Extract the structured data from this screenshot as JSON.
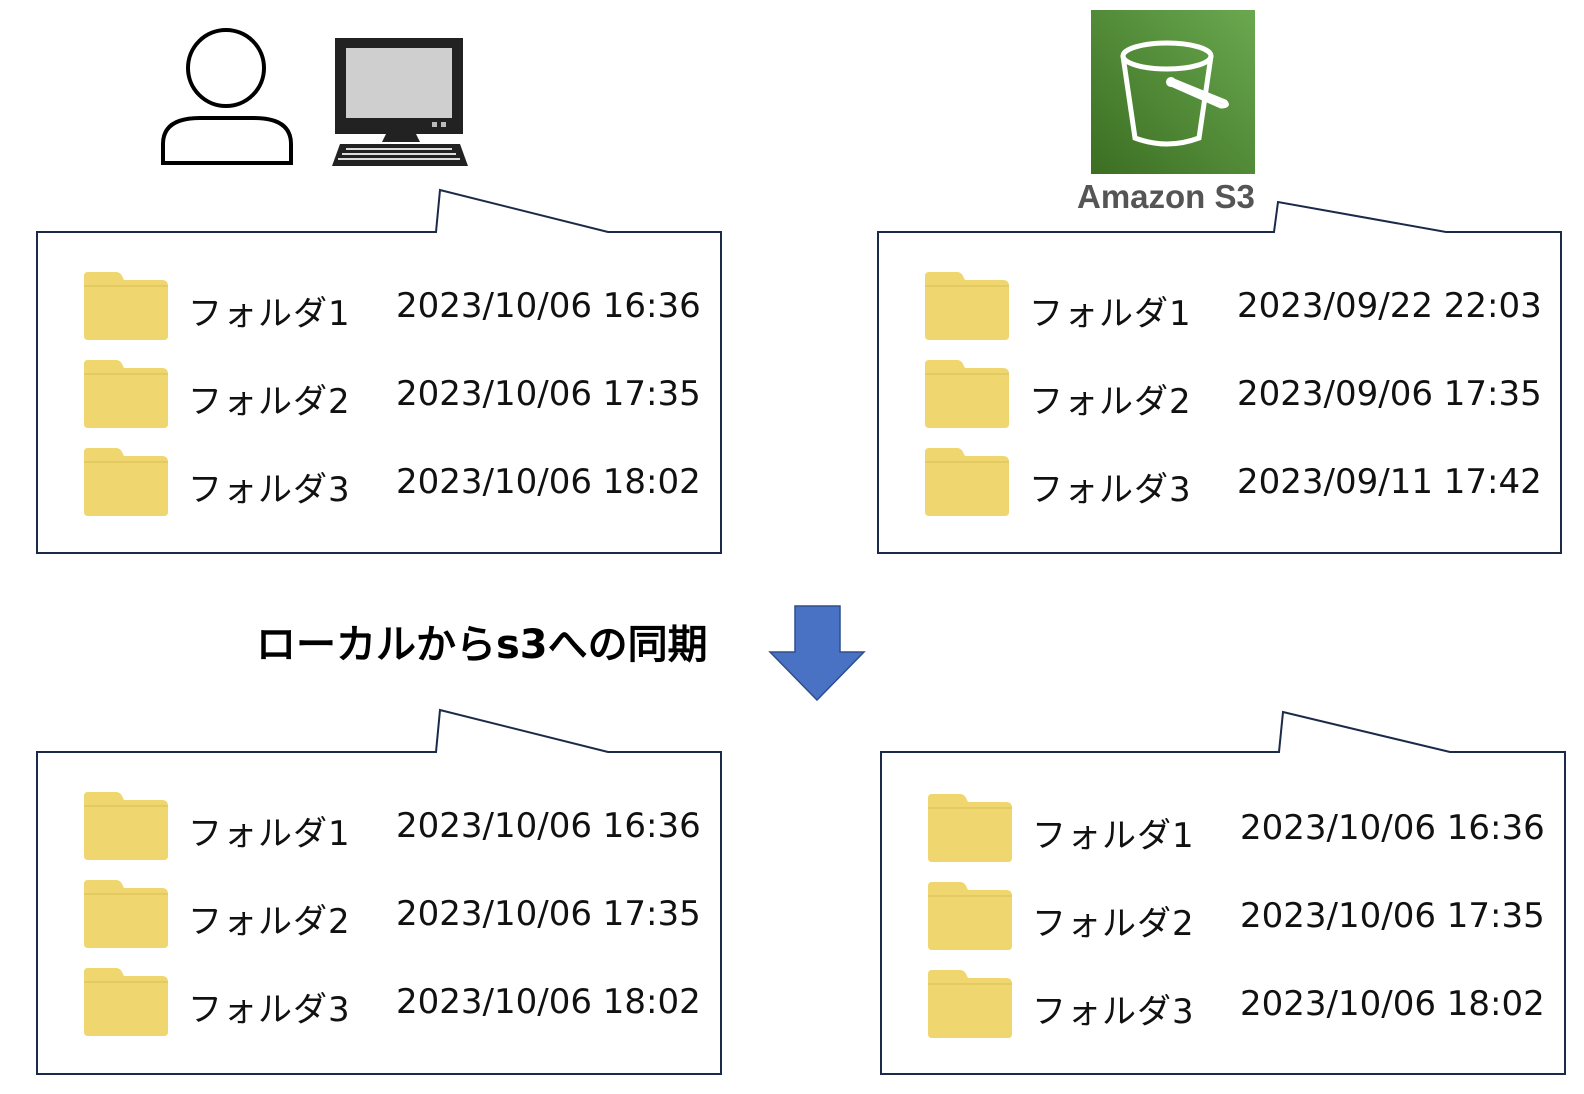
{
  "s3_logo": {
    "label": "Amazon S3",
    "colors": [
      "#3b6e22",
      "#6aa84f"
    ]
  },
  "sync_label": "ローカルからs3への同期",
  "arrow_color": "#4a72c4",
  "folder_color": "#f0d66e",
  "panels": [
    {
      "id": "local-before",
      "rows": [
        {
          "name": "フォルダ1",
          "date": "2023/10/06 16:36"
        },
        {
          "name": "フォルダ2",
          "date": "2023/10/06 17:35"
        },
        {
          "name": "フォルダ3",
          "date": "2023/10/06 18:02"
        }
      ]
    },
    {
      "id": "s3-before",
      "rows": [
        {
          "name": "フォルダ1",
          "date": "2023/09/22 22:03"
        },
        {
          "name": "フォルダ2",
          "date": "2023/09/06 17:35"
        },
        {
          "name": "フォルダ3",
          "date": "2023/09/11 17:42"
        }
      ]
    },
    {
      "id": "local-after",
      "rows": [
        {
          "name": "フォルダ1",
          "date": "2023/10/06 16:36"
        },
        {
          "name": "フォルダ2",
          "date": "2023/10/06 17:35"
        },
        {
          "name": "フォルダ3",
          "date": "2023/10/06 18:02"
        }
      ]
    },
    {
      "id": "s3-after",
      "rows": [
        {
          "name": "フォルダ1",
          "date": "2023/10/06 16:36"
        },
        {
          "name": "フォルダ2",
          "date": "2023/10/06 17:35"
        },
        {
          "name": "フォルダ3",
          "date": "2023/10/06 18:02"
        }
      ]
    }
  ]
}
